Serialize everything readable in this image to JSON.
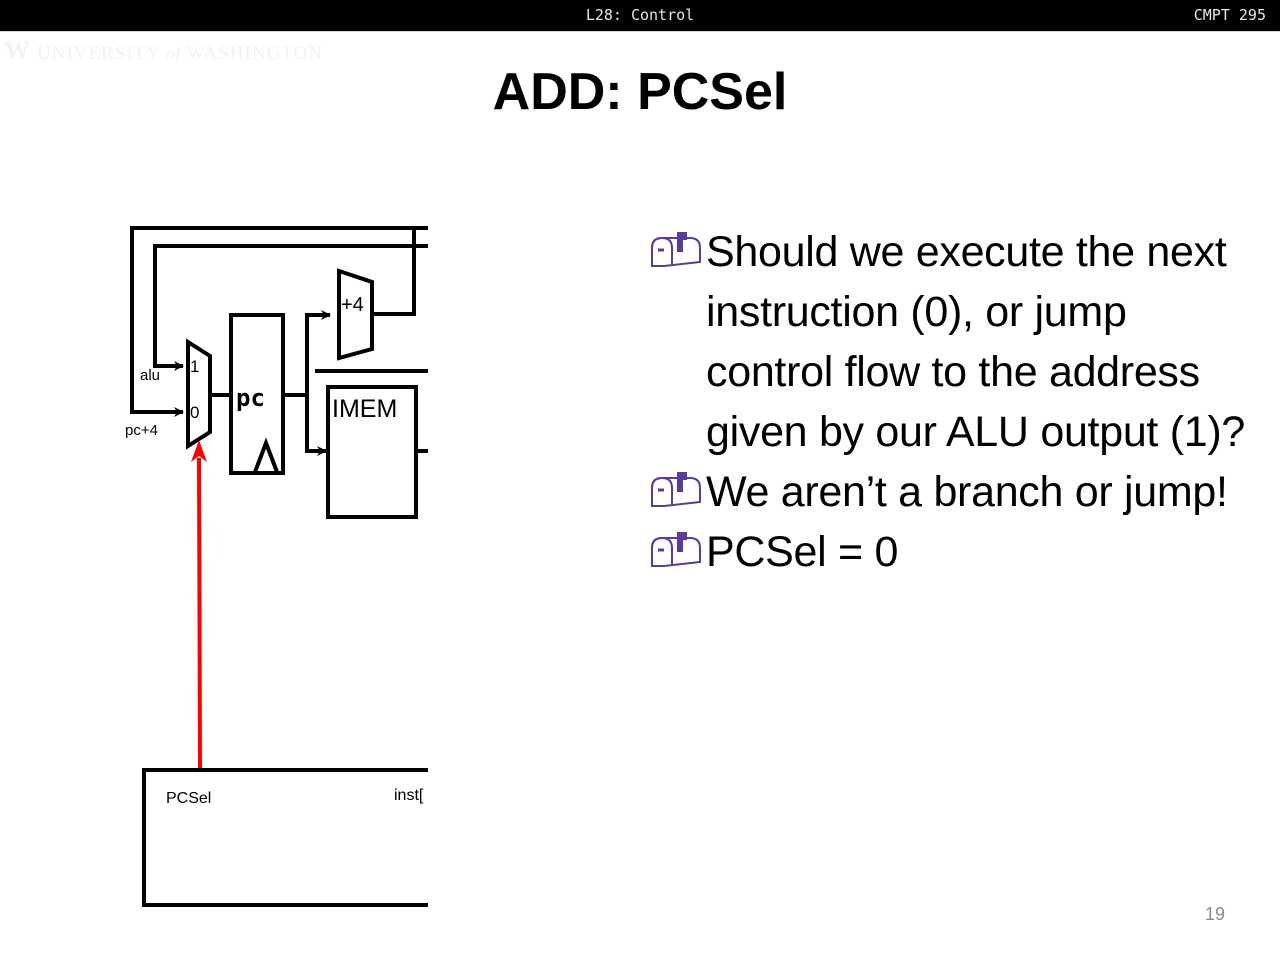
{
  "header": {
    "lecture": "L28: Control",
    "course": "CMPT 295"
  },
  "logo": {
    "mark": "W",
    "text_a": "UNIVERSITY",
    "text_of": "of",
    "text_b": "WASHINGTON"
  },
  "slide": {
    "title": "ADD: PCSel",
    "page_number": "19"
  },
  "diagram": {
    "mux_input_1": "1",
    "mux_input_0": "0",
    "label_alu": "alu",
    "label_pc4": "pc+4",
    "pc_label": "pc",
    "adder_label": "+4",
    "imem_label": "IMEM",
    "control_pcsel": "PCSel",
    "control_inst": "inst[",
    "highlight_color": "#ff0000"
  },
  "bullets": [
    {
      "icon": "mailbox-icon",
      "text": "Should we execute the next instruction (0), or jump control flow to the address given by our ALU output (1)?"
    },
    {
      "icon": "mailbox-icon",
      "text": "We aren’t a branch or jump!"
    },
    {
      "icon": "mailbox-icon",
      "text": "PCSel = 0"
    }
  ],
  "colors": {
    "bullet_icon": "#5b3a9e",
    "header_bg": "#000000"
  }
}
